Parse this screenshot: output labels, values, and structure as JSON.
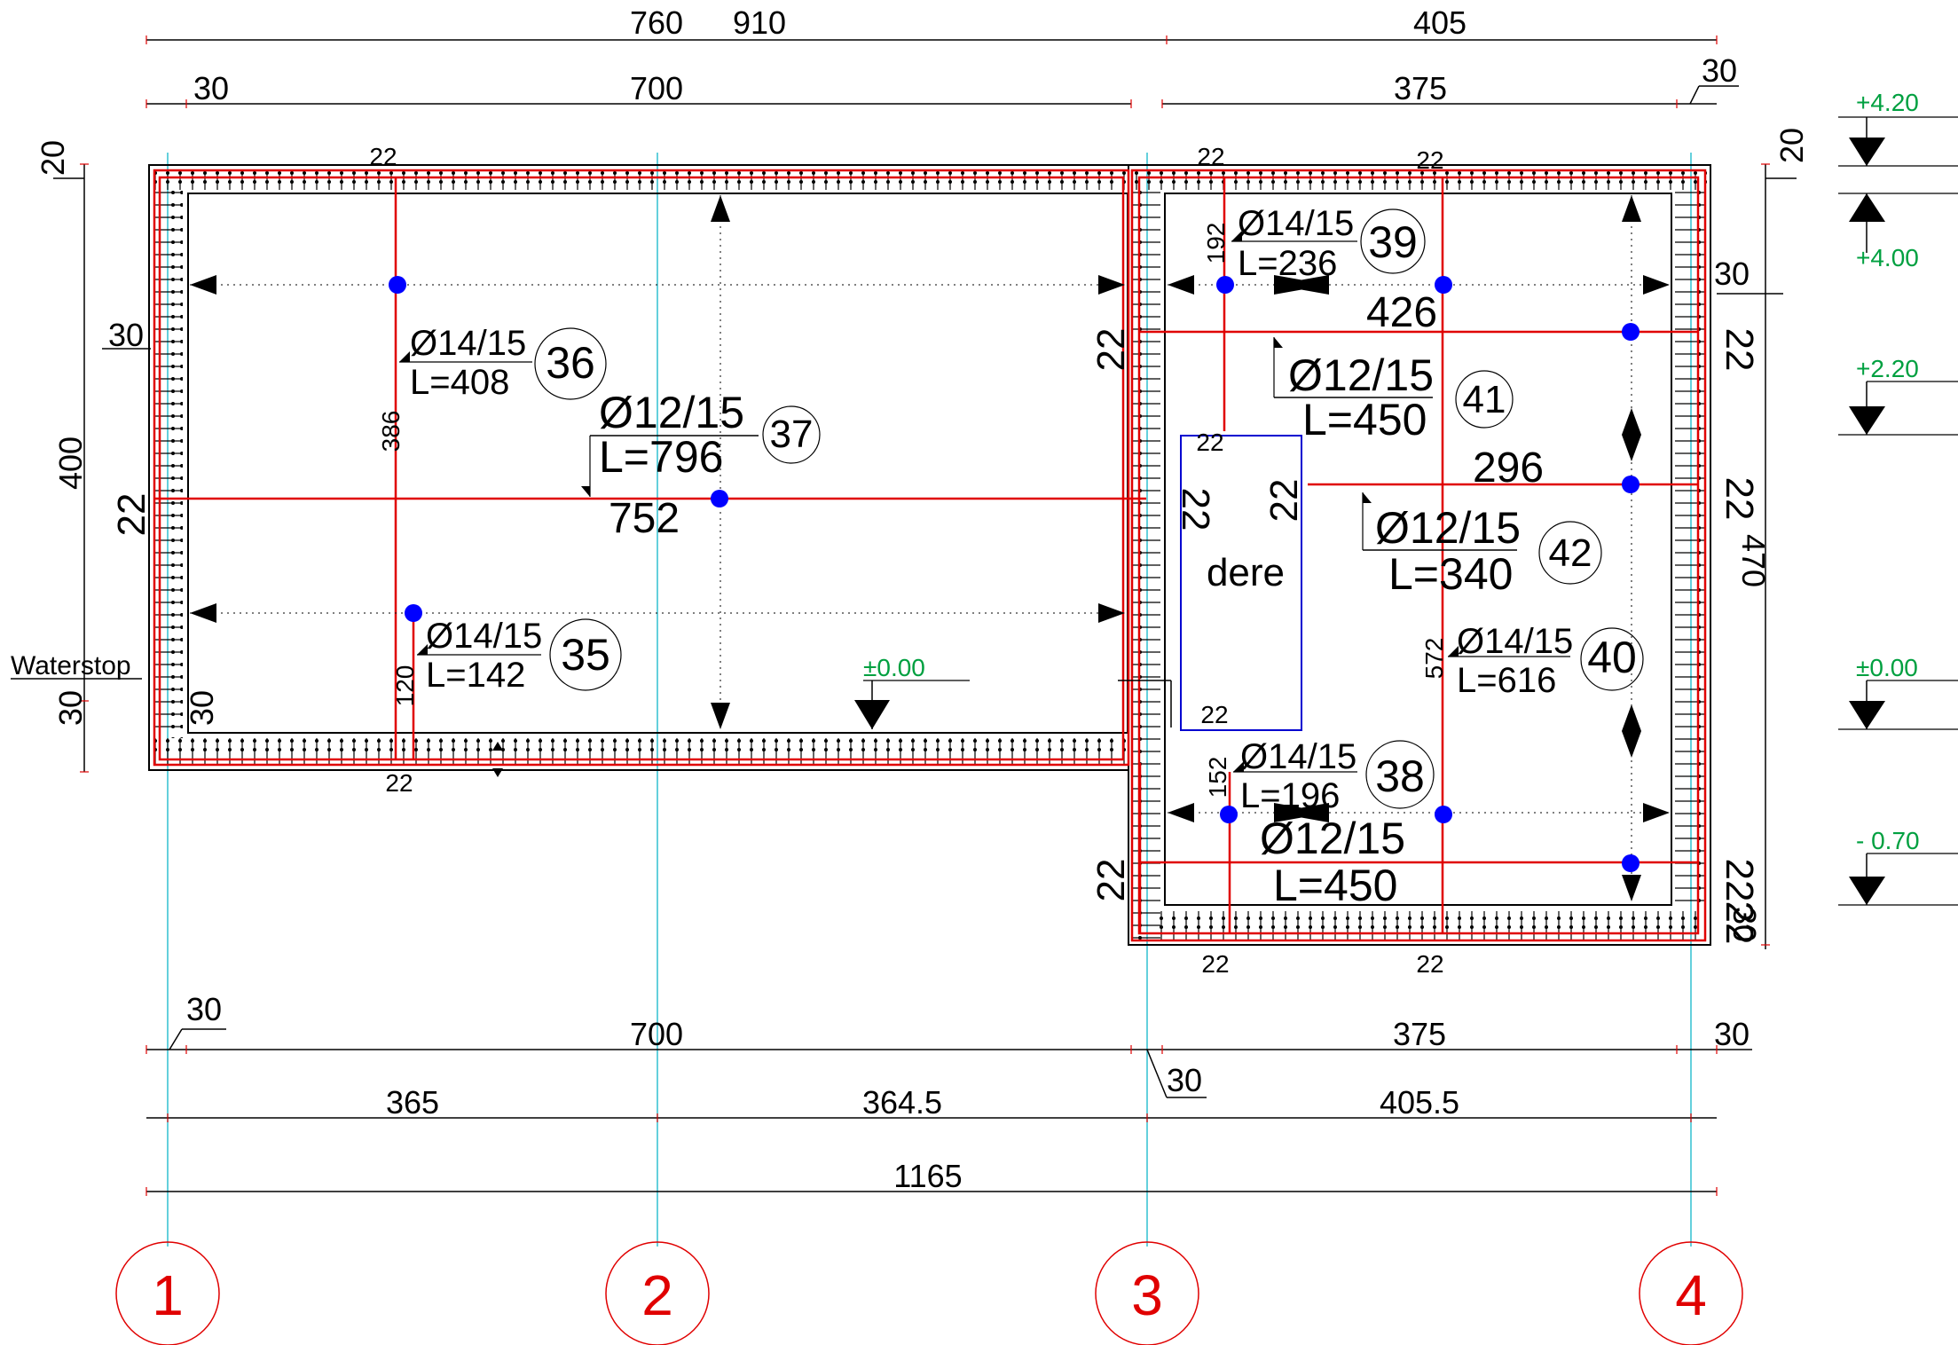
{
  "dims": {
    "top1": [
      "760",
      "910",
      "405"
    ],
    "top2": [
      "30",
      "700",
      "375",
      "30"
    ],
    "left": [
      "20",
      "400",
      "30",
      "22",
      "30"
    ],
    "right": [
      "20",
      "30",
      "22",
      "22",
      "470",
      "22",
      "22",
      "30"
    ],
    "bottom1": [
      "30",
      "700",
      "375",
      "30",
      "30"
    ],
    "bottom2": [
      "365",
      "364.5",
      "405.5"
    ],
    "total": "1165",
    "inner": [
      "752",
      "426",
      "296"
    ],
    "walls": [
      "22",
      "22",
      "22",
      "22",
      "22",
      "22",
      "22"
    ],
    "small": [
      "22",
      "22",
      "22",
      "22",
      "22",
      "22",
      "22",
      "22",
      "22",
      "22"
    ],
    "rebar_lengths": [
      "386",
      "120",
      "192",
      "572",
      "152",
      "30"
    ]
  },
  "rebars": [
    {
      "spec": "Ø14/15",
      "length": "L=408",
      "mark": "36"
    },
    {
      "spec": "Ø12/15",
      "length": "L=796",
      "mark": "37"
    },
    {
      "spec": "Ø14/15",
      "length": "L=142",
      "mark": "35"
    },
    {
      "spec": "Ø14/15",
      "length": "L=236",
      "mark": "39"
    },
    {
      "spec": "Ø12/15",
      "length": "L=450",
      "mark": "41"
    },
    {
      "spec": "Ø12/15",
      "length": "L=340",
      "mark": "42"
    },
    {
      "spec": "Ø14/15",
      "length": "L=616",
      "mark": "40"
    },
    {
      "spec": "Ø14/15",
      "length": "L=196",
      "mark": "38"
    },
    {
      "spec": "Ø12/15",
      "length": "L=450",
      "mark": ""
    }
  ],
  "labels": {
    "waterstop": "Waterstop",
    "room": "dere"
  },
  "levels": {
    "slab": "±0.00",
    "side": [
      "+4.20",
      "+4.00",
      "+2.20",
      "±0.00",
      "- 0.70"
    ]
  },
  "axes": [
    "1",
    "2",
    "3",
    "4"
  ],
  "colors": {
    "rebar": "#e00000",
    "axis": "#30c0d0",
    "room": "#0000d0",
    "dot": "#0000ff",
    "level": "#00a040"
  }
}
